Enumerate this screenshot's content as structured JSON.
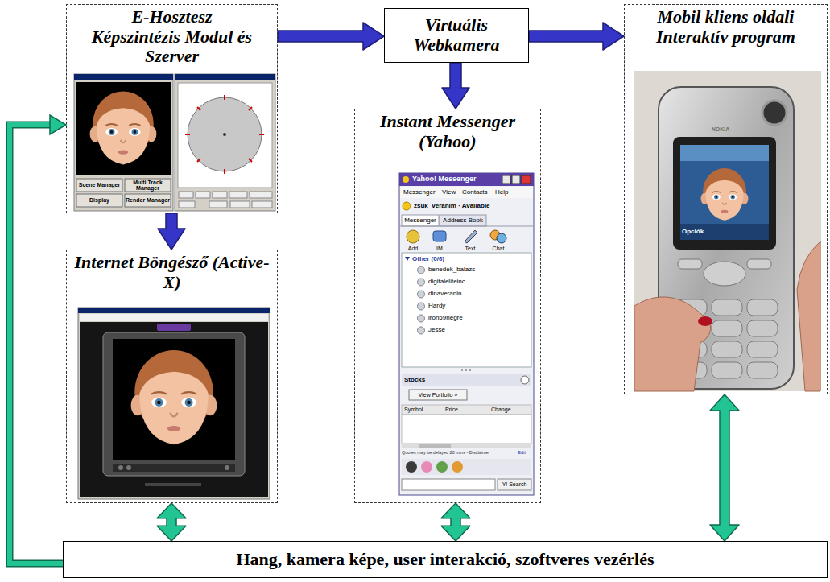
{
  "diagram": {
    "nodes": [
      {
        "text": [
          "E-Hosztesz Képszintézis Modul és Szerver"
        ]
      },
      {
        "text": [
          "Virtuális Webkamera"
        ]
      },
      {
        "text": [
          "Mobil kliens oldali Interaktív program"
        ]
      },
      {
        "text": [
          "Instant Messenger (Yahoo)"
        ]
      },
      {
        "text": [
          "Internet Böngésző (Active-X)"
        ]
      },
      {
        "text": [
          "Hang, kamera képe, user interakció, szoftveres vezérlés"
        ]
      }
    ],
    "edges": [
      {
        "from": 0,
        "to": 1,
        "arrow": "to"
      },
      {
        "from": 1,
        "to": 2,
        "arrow": "to"
      },
      {
        "from": 1,
        "to": 3,
        "arrow": "to"
      },
      {
        "from": 0,
        "to": 4,
        "arrow": "to"
      },
      {
        "from": 4,
        "to": 5,
        "arrow": "both"
      },
      {
        "from": 3,
        "to": 5,
        "arrow": "both"
      },
      {
        "from": 2,
        "to": 5,
        "arrow": "both"
      },
      {
        "from": 5,
        "to": 0,
        "arrow": "to"
      }
    ],
    "labels": [
      "Scene Manager",
      "Multi Track Manager",
      "Display",
      "Render Manager",
      "NOKIA",
      "Opciók",
      "Yahoo! Messenger",
      "Messenger",
      "View",
      "Contacts",
      "Help",
      "zsuk_veranim · Available",
      "Messenger",
      "Address Book",
      "Add",
      "IM",
      "Text",
      "Chat",
      "Other (0/6)",
      "benedek_balazs",
      "digitaleliteinc",
      "dinaveranin",
      "Hardy",
      "iron59negre",
      "Jesse",
      "Stocks",
      "View Portfolio »",
      "Symbol",
      "Price",
      "Change",
      "Quotes may be delayed 20 mins - Disclaimer",
      "Edit",
      "Y! Search"
    ]
  }
}
